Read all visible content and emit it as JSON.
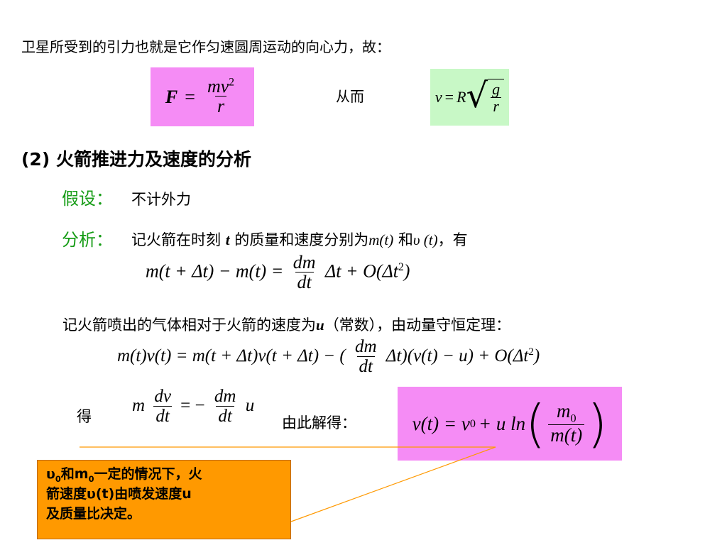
{
  "intro": "卫星所受到的引力也就是它作匀速圆周运动的向心力，故：",
  "eq_force": {
    "lhs": "F",
    "eq": "=",
    "num": "mv",
    "num_exp": "2",
    "den": "r"
  },
  "label_thus": "从而",
  "eq_velocity": {
    "lhs": "v",
    "eq": "=",
    "coef": "R",
    "rad_num": "g",
    "rad_den": "r"
  },
  "section_title": "(2) 火箭推进力及速度的分析",
  "hypothesis": {
    "label": "假设：",
    "text": "不计外力"
  },
  "analysis": {
    "label": "分析：",
    "text_a": "记火箭在时刻 ",
    "t": "t",
    "text_b": " 的质量和速度分别为",
    "m_of_t": "m(t)",
    "text_c": " 和",
    "v_of_t": "υ (t)",
    "text_d": "，有"
  },
  "eq1": {
    "lhs": "m(t + Δt) − m(t) =",
    "frac_num": "dm",
    "frac_den": "dt",
    "rhs": "Δt + O(Δt",
    "rhs_exp": "2",
    "rhs_end": ")"
  },
  "gas_text": {
    "a": "记火箭喷出的气体相对于火箭的速度为",
    "u": "u",
    "b": "（常数），由动量守恒定理："
  },
  "eq2": {
    "lhs": "m(t)v(t) = m(t + Δt)v(t + Δt) − (",
    "frac_num": "dm",
    "frac_den": "dt",
    "rhs": "Δt)(v(t) − u) + O(Δt",
    "rhs_exp": "2",
    "rhs_end": ")"
  },
  "label_get": "得",
  "eq3": {
    "m": "m",
    "n1": "dv",
    "d1": "dt",
    "mid": "= −",
    "n2": "dm",
    "d2": "dt",
    "u": "u"
  },
  "label_solve": "由此解得：",
  "eq_result": {
    "lhs": "v(t) = v",
    "lhs_sub": "0",
    "plus": " + u ln",
    "num": "m",
    "num_sub": "0",
    "den": "m(t)"
  },
  "note": {
    "line1_a": "υ",
    "line1_sub_a": "0",
    "line1_b": "和m",
    "line1_sub_b": "0",
    "line1_c": "一定的情况下，火",
    "line2": "箭速度υ(t)由喷发速度u",
    "line3": "及质量比决定。"
  },
  "colors": {
    "magenta_box": "#f58cf5",
    "green_box": "#c8f8c6",
    "label_green": "#169c16",
    "note_orange": "#ff9900",
    "connector": "#ff9900"
  }
}
